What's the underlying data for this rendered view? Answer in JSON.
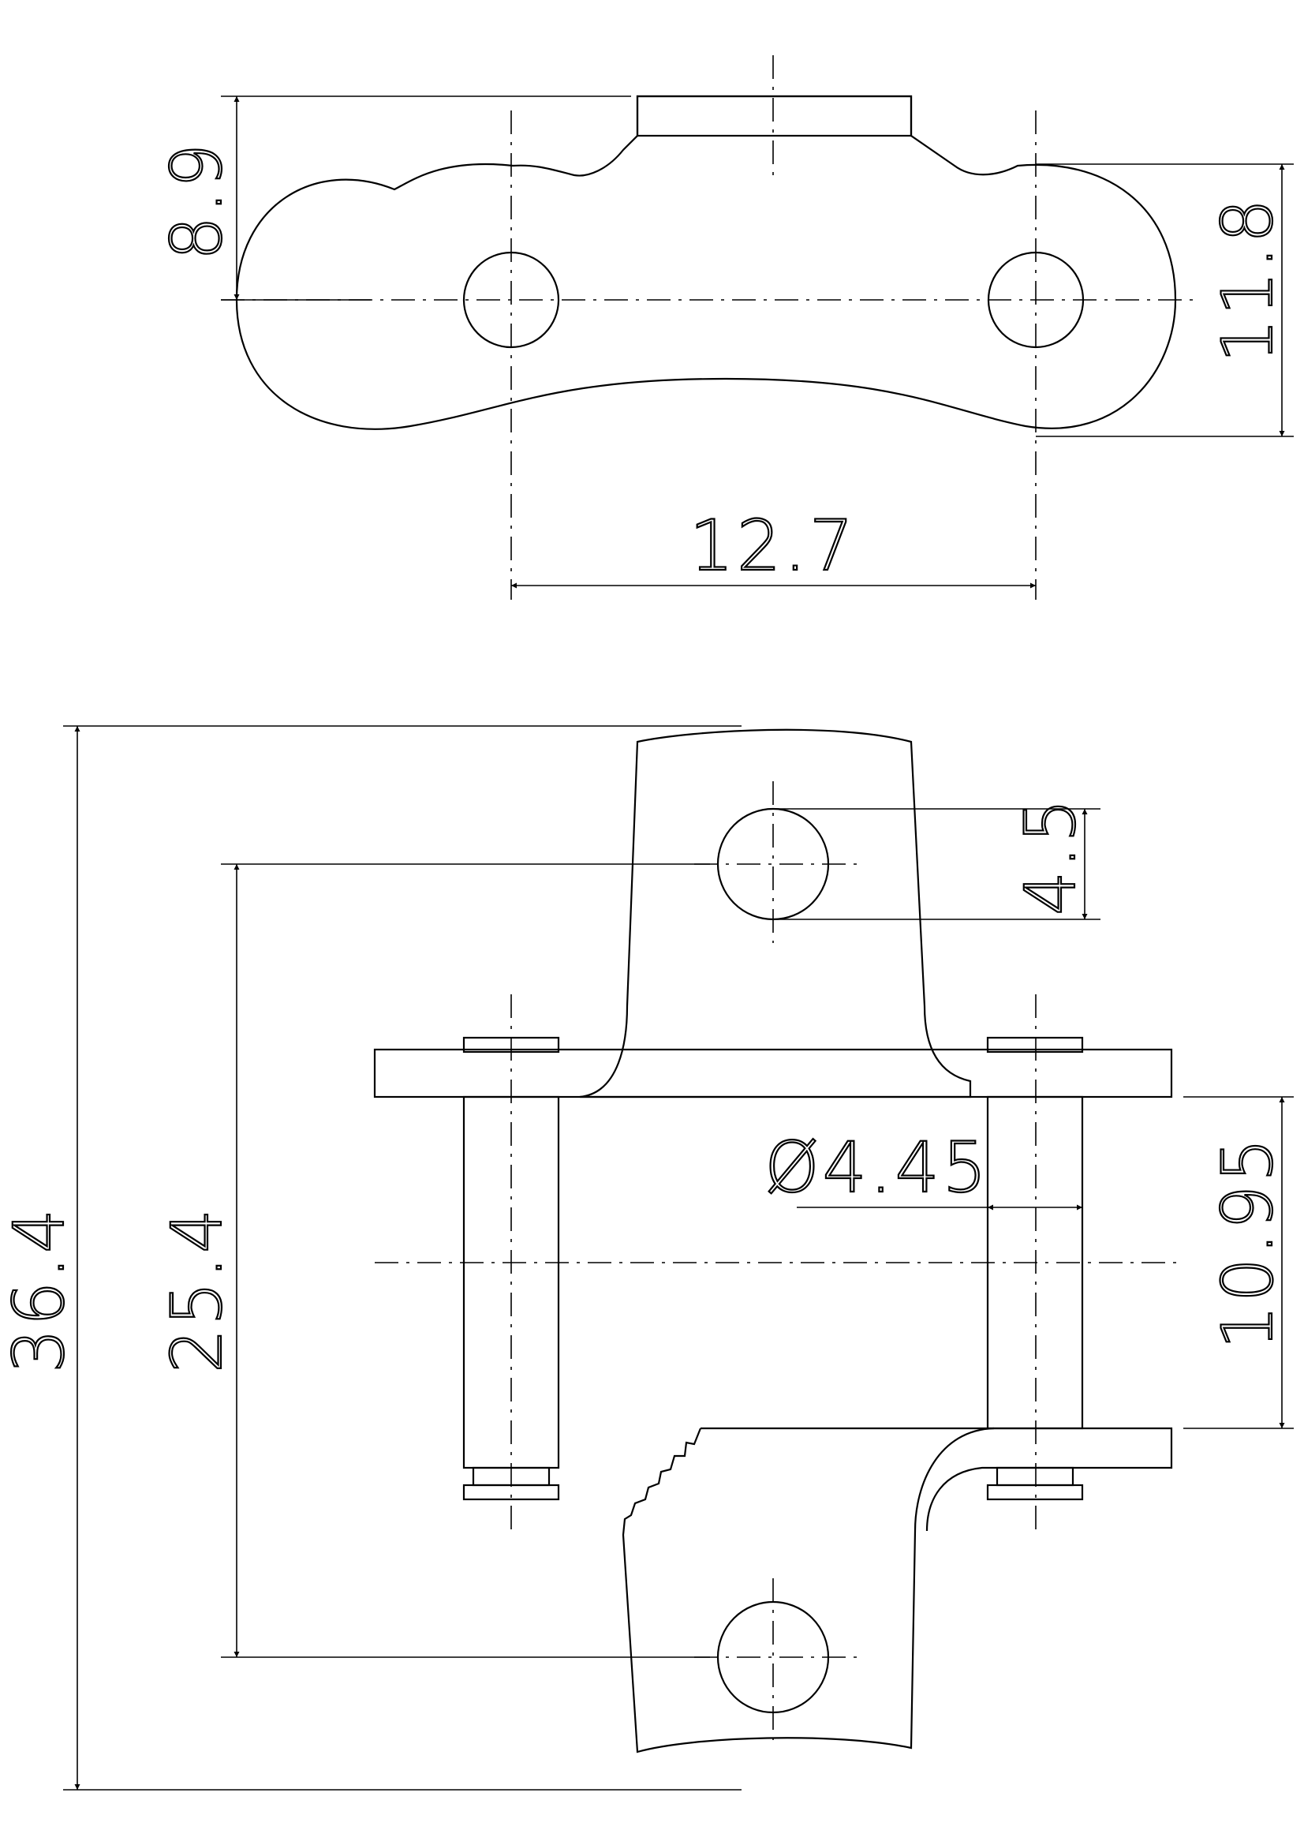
{
  "dimensions": {
    "top_height": "8.9",
    "link_height": "11.8",
    "pitch": "12.7",
    "overall_length": "36.4",
    "hole_pitch": "25.4",
    "hole_diameter": "4.5",
    "pin_diameter": "Ø4.45",
    "inner_width": "10.95"
  }
}
